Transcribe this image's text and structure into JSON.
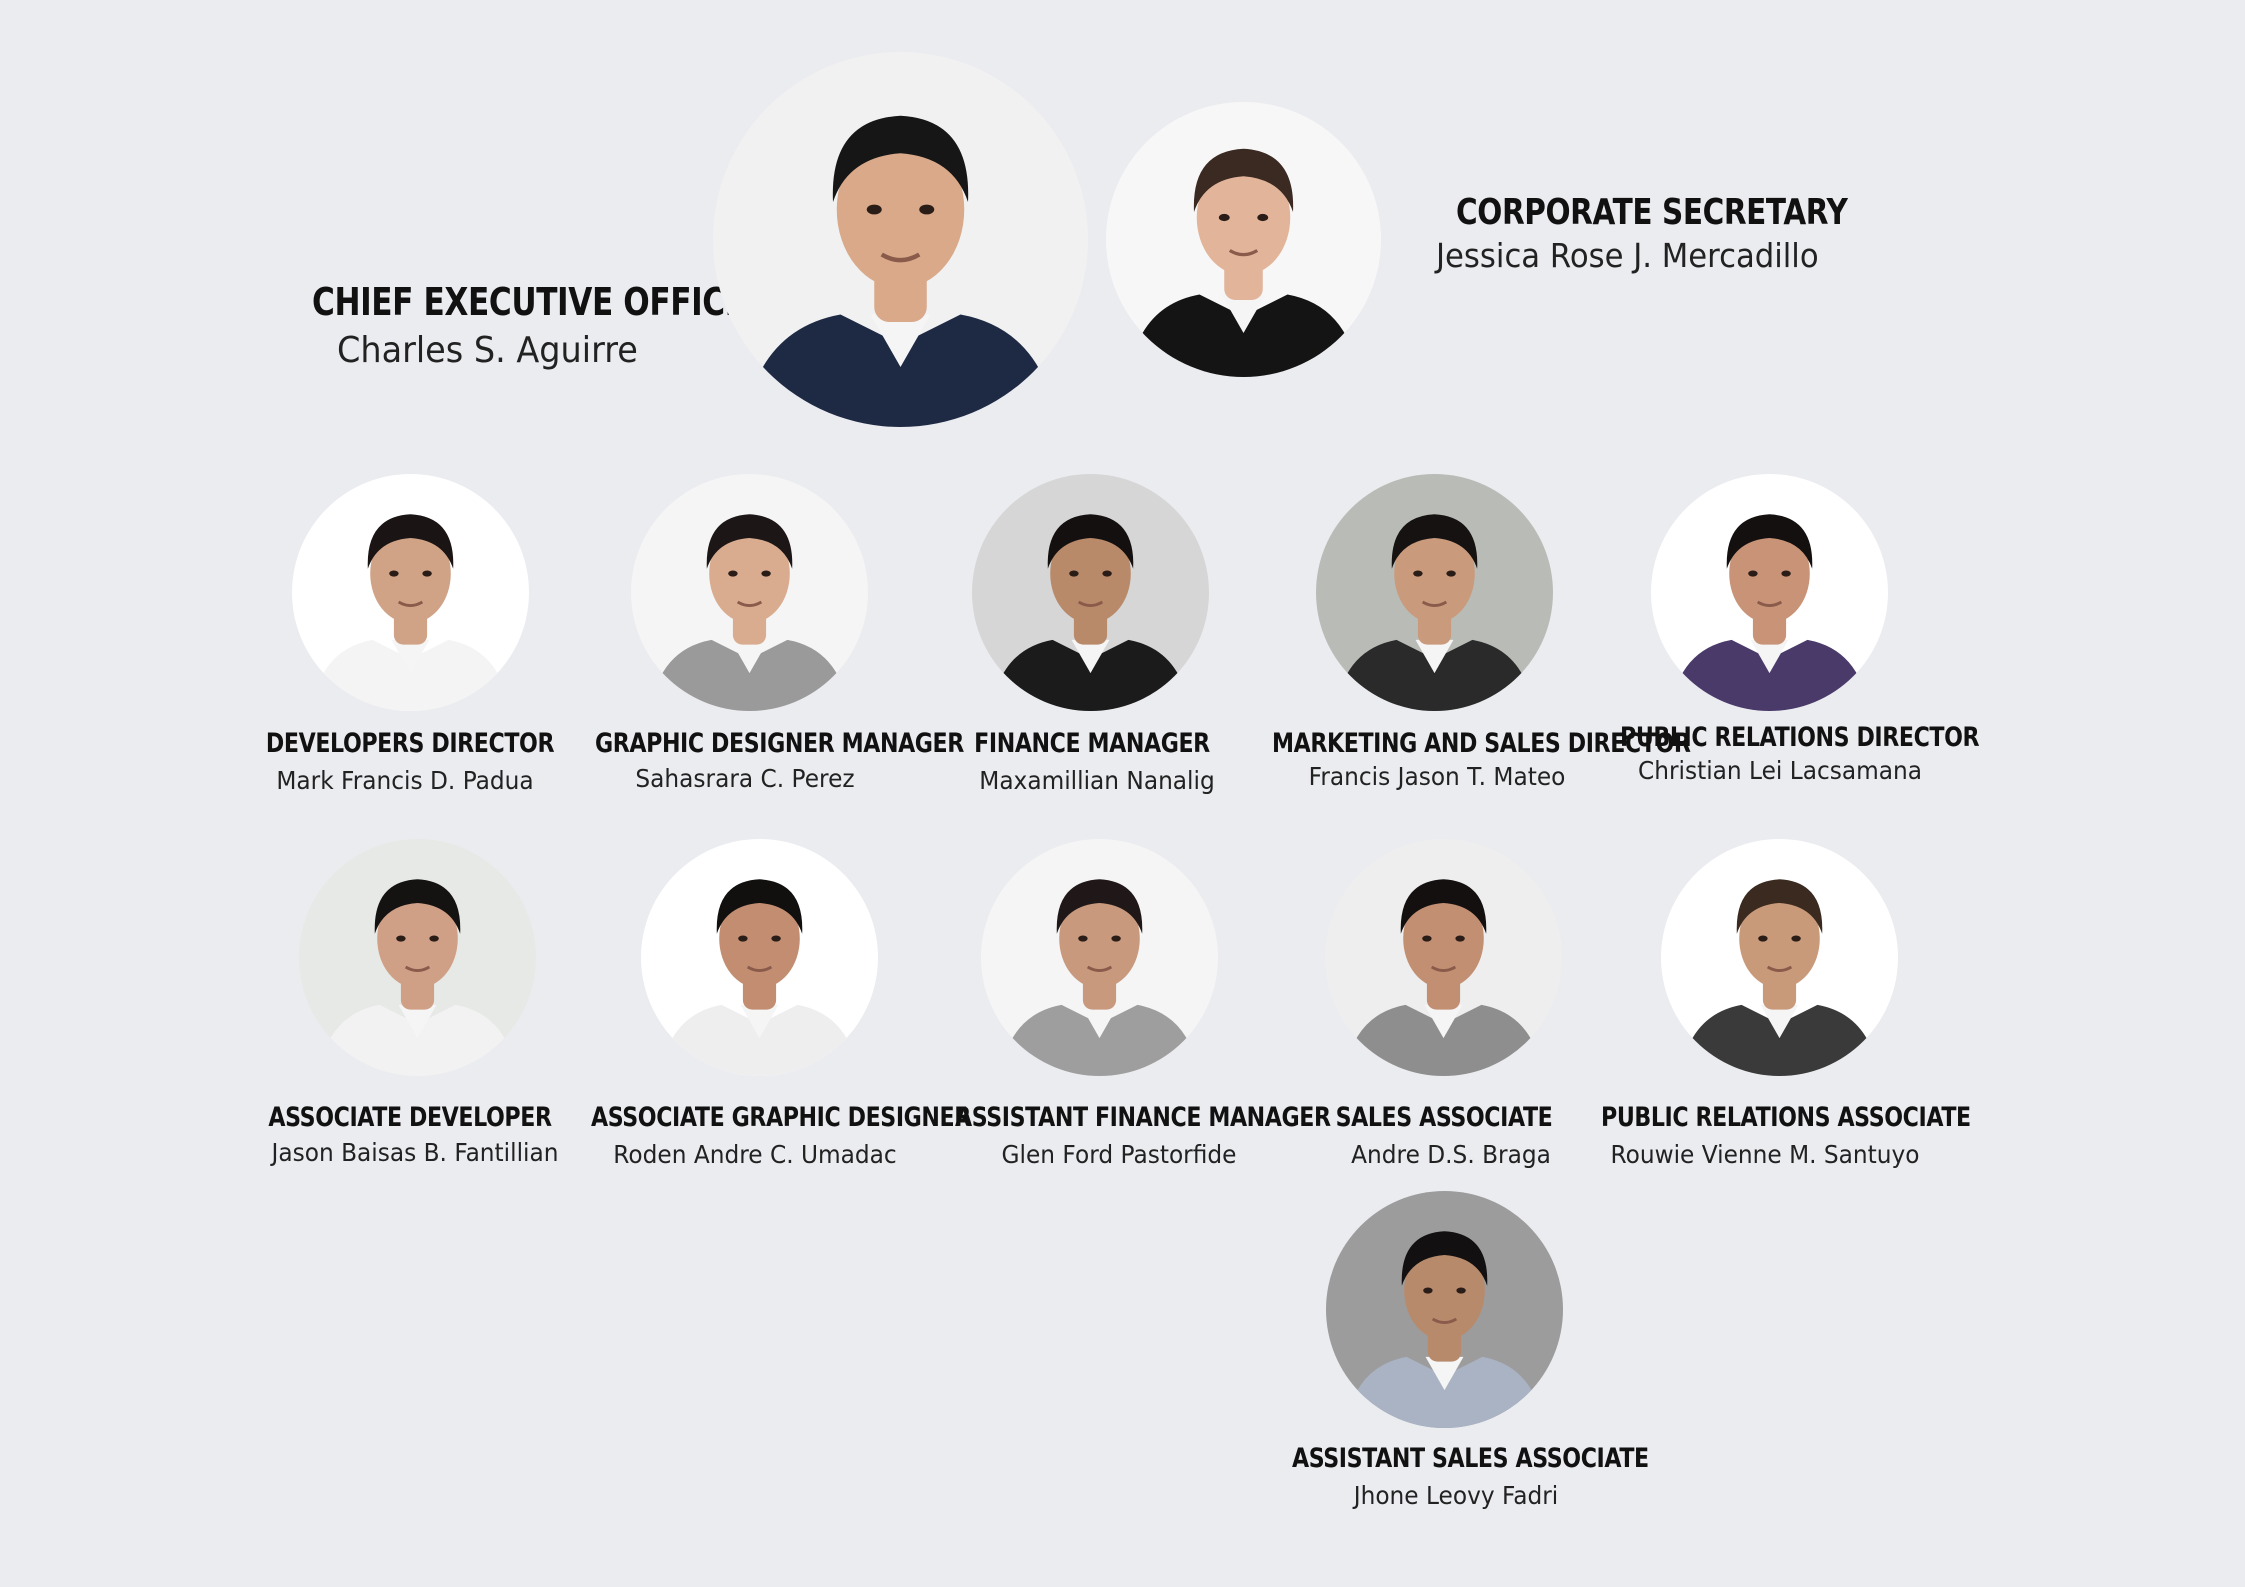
{
  "members": [
    {
      "key": "ceo",
      "role": "CHIEF EXECUTIVE OFFICER",
      "name": "Charles S. Aguirre",
      "bg": "#f1f1f1",
      "skin": "#d9a98a",
      "hair": "#161616",
      "suit": "#1e2a44"
    },
    {
      "key": "secretary",
      "role": "CORPORATE SECRETARY",
      "name": "Jessica Rose J. Mercadillo",
      "bg": "#f7f7f7",
      "skin": "#e2b49a",
      "hair": "#3a2a22",
      "suit": "#141414"
    },
    {
      "key": "dev-director",
      "role": "DEVELOPERS DIRECTOR",
      "name": "Mark Francis D. Padua",
      "bg": "#ffffff",
      "skin": "#d0a387",
      "hair": "#1b1414",
      "suit": "#f4f4f4"
    },
    {
      "key": "graphic-manager",
      "role": "GRAPHIC DESIGNER MANAGER",
      "name": "Sahasrara C. Perez",
      "bg": "#f5f5f5",
      "skin": "#d9ac90",
      "hair": "#1c1616",
      "suit": "#9a9a9a"
    },
    {
      "key": "finance-manager",
      "role": "FINANCE MANAGER",
      "name": "Maxamillian Nanalig",
      "bg": "#d6d6d6",
      "skin": "#b98a6a",
      "hair": "#141010",
      "suit": "#1b1b1b"
    },
    {
      "key": "marketing-director",
      "role": "MARKETING AND SALES DIRECTOR",
      "name": "Francis Jason T. Mateo",
      "bg": "#b9bcb6",
      "skin": "#c99a7c",
      "hair": "#161212",
      "suit": "#2a2a2a"
    },
    {
      "key": "pr-director",
      "role": "PUBLIC RELATIONS DIRECTOR",
      "name": "Christian Lei Lacsamana",
      "bg": "#ffffff",
      "skin": "#c89377",
      "hair": "#141010",
      "suit": "#4a3a6a"
    },
    {
      "key": "assoc-dev",
      "role": "ASSOCIATE DEVELOPER",
      "name": "Jason Baisas B. Fantillian",
      "bg": "#e7e9e6",
      "skin": "#cf9f86",
      "hair": "#151212",
      "suit": "#f2f2f2"
    },
    {
      "key": "assoc-graphic",
      "role": "ASSOCIATE GRAPHIC DESIGNER",
      "name": "Roden Andre C. Umadac",
      "bg": "#ffffff",
      "skin": "#c28d70",
      "hair": "#120f0f",
      "suit": "#eeeeee"
    },
    {
      "key": "asst-finance",
      "role": "ASSISTANT FINANCE MANAGER",
      "name": "Glen Ford Pastorfide",
      "bg": "#f5f5f5",
      "skin": "#c8997d",
      "hair": "#201818",
      "suit": "#9e9e9e"
    },
    {
      "key": "sales-assoc",
      "role": "SALES ASSOCIATE",
      "name": "Andre D.S. Braga",
      "bg": "#eeeeee",
      "skin": "#c38f72",
      "hair": "#141010",
      "suit": "#8e8e8e"
    },
    {
      "key": "pr-assoc",
      "role": "PUBLIC RELATIONS ASSOCIATE",
      "name": "Rouwie Vienne M. Santuyo",
      "bg": "#ffffff",
      "skin": "#c99a7a",
      "hair": "#3a2a20",
      "suit": "#3a3a3a"
    },
    {
      "key": "asst-sales",
      "role": "ASSISTANT SALES ASSOCIATE",
      "name": "Jhone Leovy Fadri",
      "bg": "#9c9c9c",
      "skin": "#b88a6c",
      "hair": "#121010",
      "suit": "#a9b3c4"
    }
  ]
}
